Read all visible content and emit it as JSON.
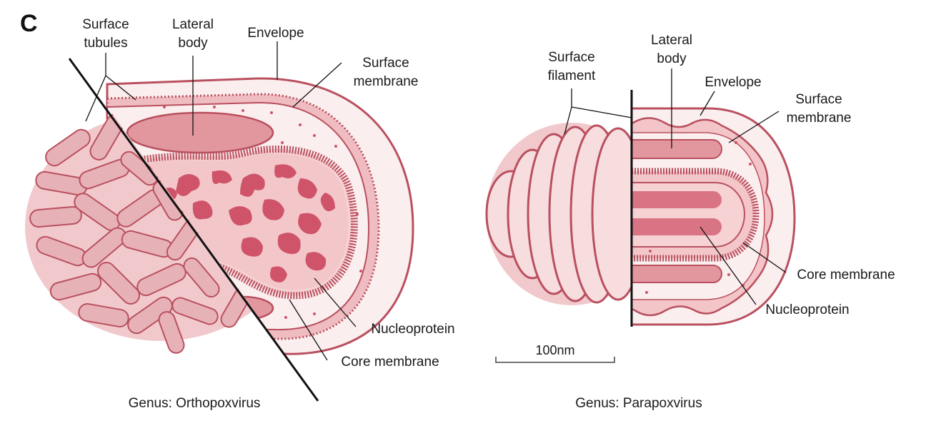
{
  "panel_letter": "C",
  "colors": {
    "outline": "#b9505f",
    "light_fill": "#fbeeee",
    "mid_fill": "#e9a7ae",
    "tubule_fill": "#e7b2b7",
    "dark_fill": "#cf5469",
    "line": "#111111"
  },
  "orthopoxvirus": {
    "genus_label": "Genus: Orthopoxvirus",
    "labels": {
      "surface_tubules_1": "Surface",
      "surface_tubules_2": "tubules",
      "lateral_body_1": "Lateral",
      "lateral_body_2": "body",
      "envelope": "Envelope",
      "surface_membrane_1": "Surface",
      "surface_membrane_2": "membrane",
      "nucleoprotein": "Nucleoprotein",
      "core_membrane": "Core membrane"
    }
  },
  "parapoxvirus": {
    "genus_label": "Genus: Parapoxvirus",
    "labels": {
      "surface_filament_1": "Surface",
      "surface_filament_2": "filament",
      "lateral_body_1": "Lateral",
      "lateral_body_2": "body",
      "envelope": "Envelope",
      "surface_membrane_1": "Surface",
      "surface_membrane_2": "membrane",
      "core_membrane": "Core membrane",
      "nucleoprotein": "Nucleoprotein"
    }
  },
  "scale_bar": {
    "label": "100nm"
  }
}
